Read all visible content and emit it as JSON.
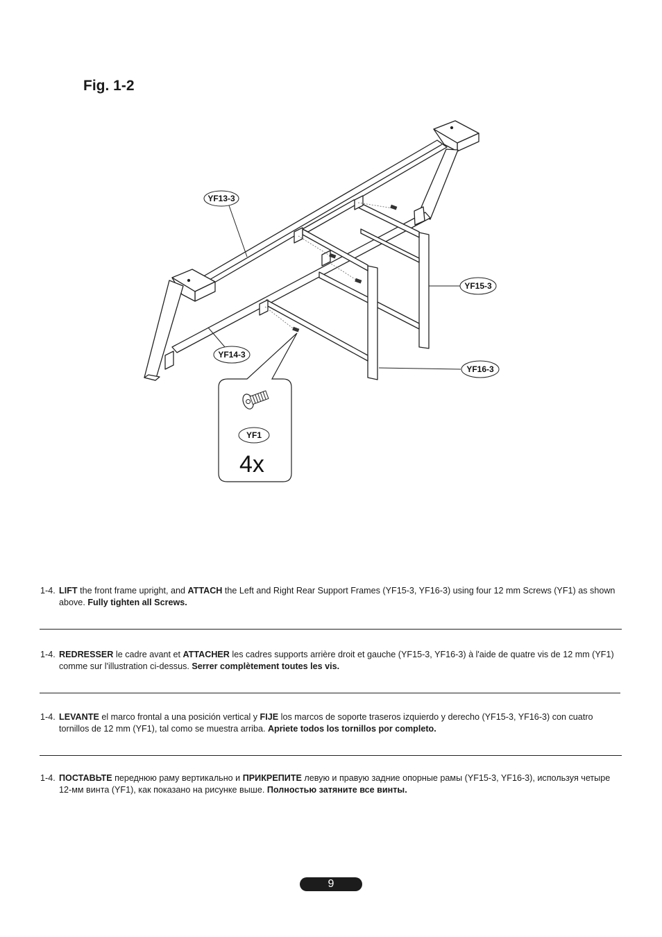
{
  "figure": {
    "title": "Fig. 1-2",
    "labels": {
      "yf13": "YF13-3",
      "yf14": "YF14-3",
      "yf15": "YF15-3",
      "yf16": "YF16-3",
      "yf1": "YF1"
    },
    "quantity": "4x"
  },
  "instructions": [
    {
      "step": "1-4.",
      "lang": "en",
      "parts": [
        {
          "b": true,
          "t": "LIFT"
        },
        {
          "b": false,
          "t": " the front frame upright, and "
        },
        {
          "b": true,
          "t": "ATTACH"
        },
        {
          "b": false,
          "t": " the Left and Right Rear Support Frames (YF15-3, YF16-3) using four 12 mm Screws (YF1) as shown above. "
        },
        {
          "b": true,
          "t": "Fully tighten all Screws."
        }
      ]
    },
    {
      "step": "1-4.",
      "lang": "fr",
      "parts": [
        {
          "b": true,
          "t": "REDRESSER"
        },
        {
          "b": false,
          "t": " le cadre avant et "
        },
        {
          "b": true,
          "t": "ATTACHER"
        },
        {
          "b": false,
          "t": " les cadres supports arrière droit et gauche (YF15-3, YF16-3) à l'aide de quatre vis de 12 mm (YF1) comme sur l'illustration ci-dessus. "
        },
        {
          "b": true,
          "t": "Serrer complètement toutes les vis."
        }
      ]
    },
    {
      "step": "1-4.",
      "lang": "es",
      "parts": [
        {
          "b": true,
          "t": "LEVANTE"
        },
        {
          "b": false,
          "t": " el marco frontal a una posición vertical y "
        },
        {
          "b": true,
          "t": "FIJE"
        },
        {
          "b": false,
          "t": " los marcos de soporte traseros izquierdo y derecho (YF15-3, YF16-3) con cuatro tornillos de 12 mm (YF1), tal como se muestra arriba. "
        },
        {
          "b": true,
          "t": "Apriete todos los tornillos por completo."
        }
      ]
    },
    {
      "step": "1-4.",
      "lang": "ru",
      "parts": [
        {
          "b": true,
          "t": "ПОСТАВЬТЕ"
        },
        {
          "b": false,
          "t": " переднюю раму вертикально и "
        },
        {
          "b": true,
          "t": "ПРИКРЕПИТЕ"
        },
        {
          "b": false,
          "t": " левую и правую задние опорные рамы (YF15-3, YF16-3), используя четыре 12-мм винта (YF1), как показано на рисунке выше. "
        },
        {
          "b": true,
          "t": "Полностью затяните все винты."
        }
      ]
    }
  ],
  "page_number": "9"
}
